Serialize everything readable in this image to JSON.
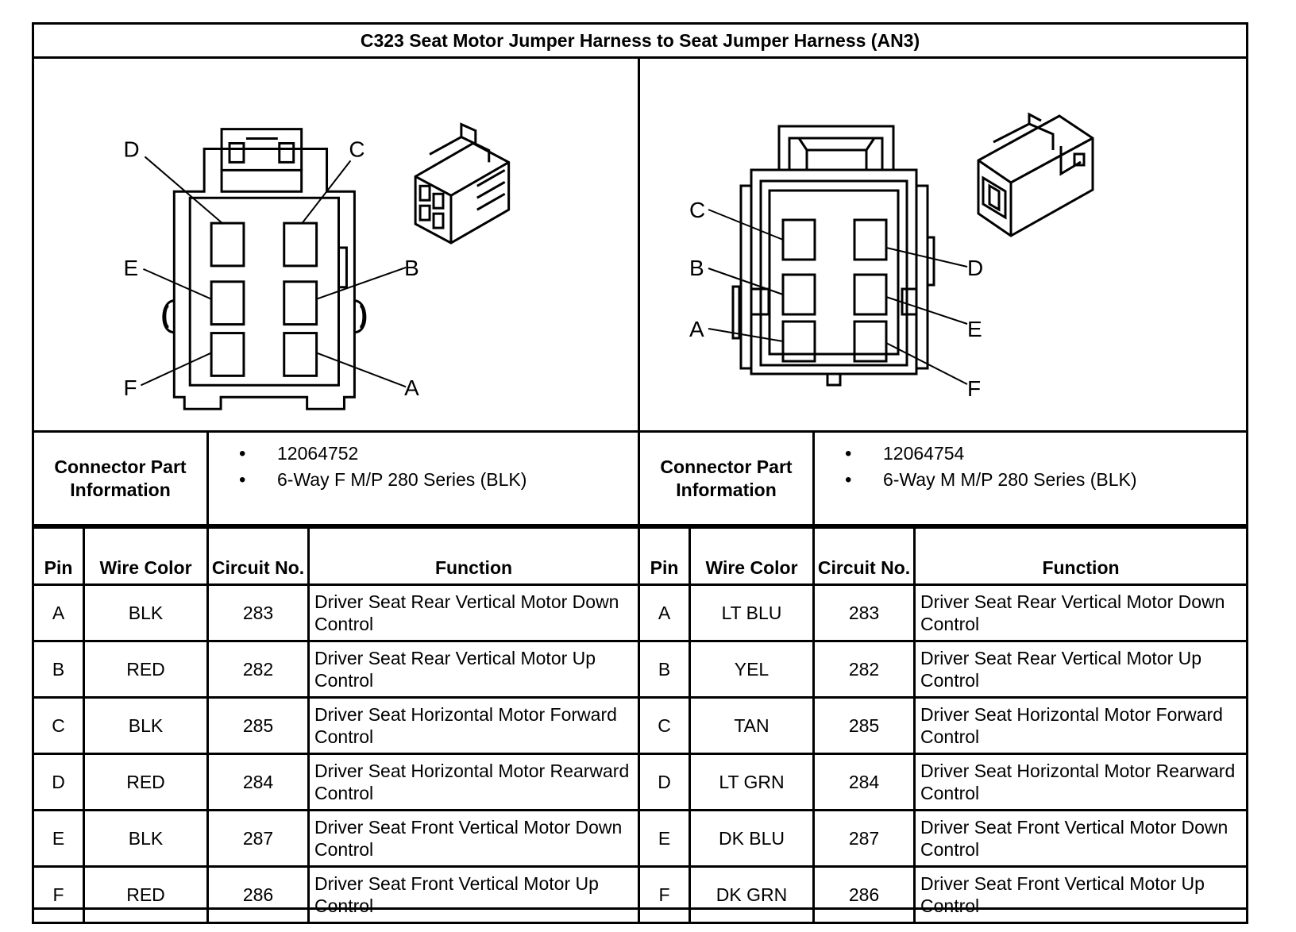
{
  "title": "C323 Seat Motor Jumper Harness to Seat Jumper Harness (AN3)",
  "left": {
    "pin_labels": [
      "A",
      "B",
      "C",
      "D",
      "E",
      "F"
    ],
    "info_label": "Connector Part Information",
    "info_items": [
      "12064752",
      "6-Way F M/P 280 Series (BLK)"
    ],
    "headers": {
      "pin": "Pin",
      "wire_color": "Wire Color",
      "circuit": "Circuit No.",
      "function": "Function"
    },
    "rows": [
      {
        "pin": "A",
        "color": "BLK",
        "circuit": "283",
        "function": "Driver Seat Rear Vertical Motor Down Control"
      },
      {
        "pin": "B",
        "color": "RED",
        "circuit": "282",
        "function": "Driver Seat Rear Vertical Motor Up Control"
      },
      {
        "pin": "C",
        "color": "BLK",
        "circuit": "285",
        "function": "Driver Seat Horizontal Motor Forward Control"
      },
      {
        "pin": "D",
        "color": "RED",
        "circuit": "284",
        "function": "Driver Seat Horizontal Motor Rearward Control"
      },
      {
        "pin": "E",
        "color": "BLK",
        "circuit": "287",
        "function": "Driver Seat Front Vertical Motor Down Control"
      },
      {
        "pin": "F",
        "color": "RED",
        "circuit": "286",
        "function": "Driver Seat Front Vertical Motor Up Control"
      }
    ]
  },
  "right": {
    "pin_labels": [
      "A",
      "B",
      "C",
      "D",
      "E",
      "F"
    ],
    "info_label": "Connector Part Information",
    "info_items": [
      "12064754",
      "6-Way M M/P 280 Series (BLK)"
    ],
    "headers": {
      "pin": "Pin",
      "wire_color": "Wire Color",
      "circuit": "Circuit No.",
      "function": "Function"
    },
    "rows": [
      {
        "pin": "A",
        "color": "LT BLU",
        "circuit": "283",
        "function": "Driver Seat Rear Vertical Motor Down Control"
      },
      {
        "pin": "B",
        "color": "YEL",
        "circuit": "282",
        "function": "Driver Seat Rear Vertical Motor Up Control"
      },
      {
        "pin": "C",
        "color": "TAN",
        "circuit": "285",
        "function": "Driver Seat Horizontal Motor Forward Control"
      },
      {
        "pin": "D",
        "color": "LT GRN",
        "circuit": "284",
        "function": "Driver Seat Horizontal Motor Rearward Control"
      },
      {
        "pin": "E",
        "color": "DK BLU",
        "circuit": "287",
        "function": "Driver Seat Front Vertical Motor Down Control"
      },
      {
        "pin": "F",
        "color": "DK GRN",
        "circuit": "286",
        "function": "Driver Seat Front Vertical Motor Up Control"
      }
    ]
  }
}
